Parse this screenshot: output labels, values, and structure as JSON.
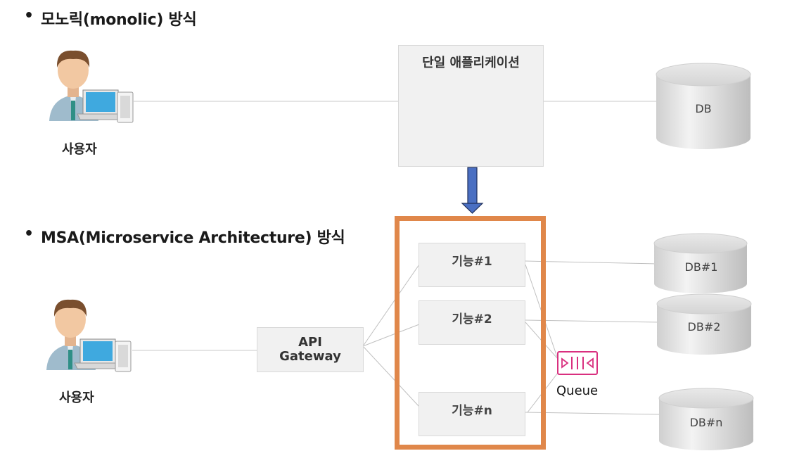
{
  "monolithic": {
    "bullet": "•",
    "heading": "모노릭(monolic) 방식",
    "user_label": "사용자",
    "app_label": "단일 애플리케이션",
    "db_label": "DB"
  },
  "msa": {
    "bullet": "•",
    "heading": "MSA(Microservice Architecture) 방식",
    "user_label": "사용자",
    "gateway_label_line1": "API",
    "gateway_label_line2": "Gateway",
    "functions": [
      "기능#1",
      "기능#2",
      "기능#n"
    ],
    "dbs": [
      "DB#1",
      "DB#2",
      "DB#n"
    ],
    "queue_label": "Queue"
  },
  "colors": {
    "msa_frame": "#e0874a",
    "transition_arrow": "#4a6fc2",
    "queue_icon": "#d9307f",
    "connector_line": "#bdbdbd",
    "box_fill": "#f1f1f1"
  },
  "icons": {
    "user": "person-with-laptop-icon",
    "database": "cylinder-database-icon",
    "queue": "message-queue-icon",
    "arrow": "down-arrow-icon"
  }
}
